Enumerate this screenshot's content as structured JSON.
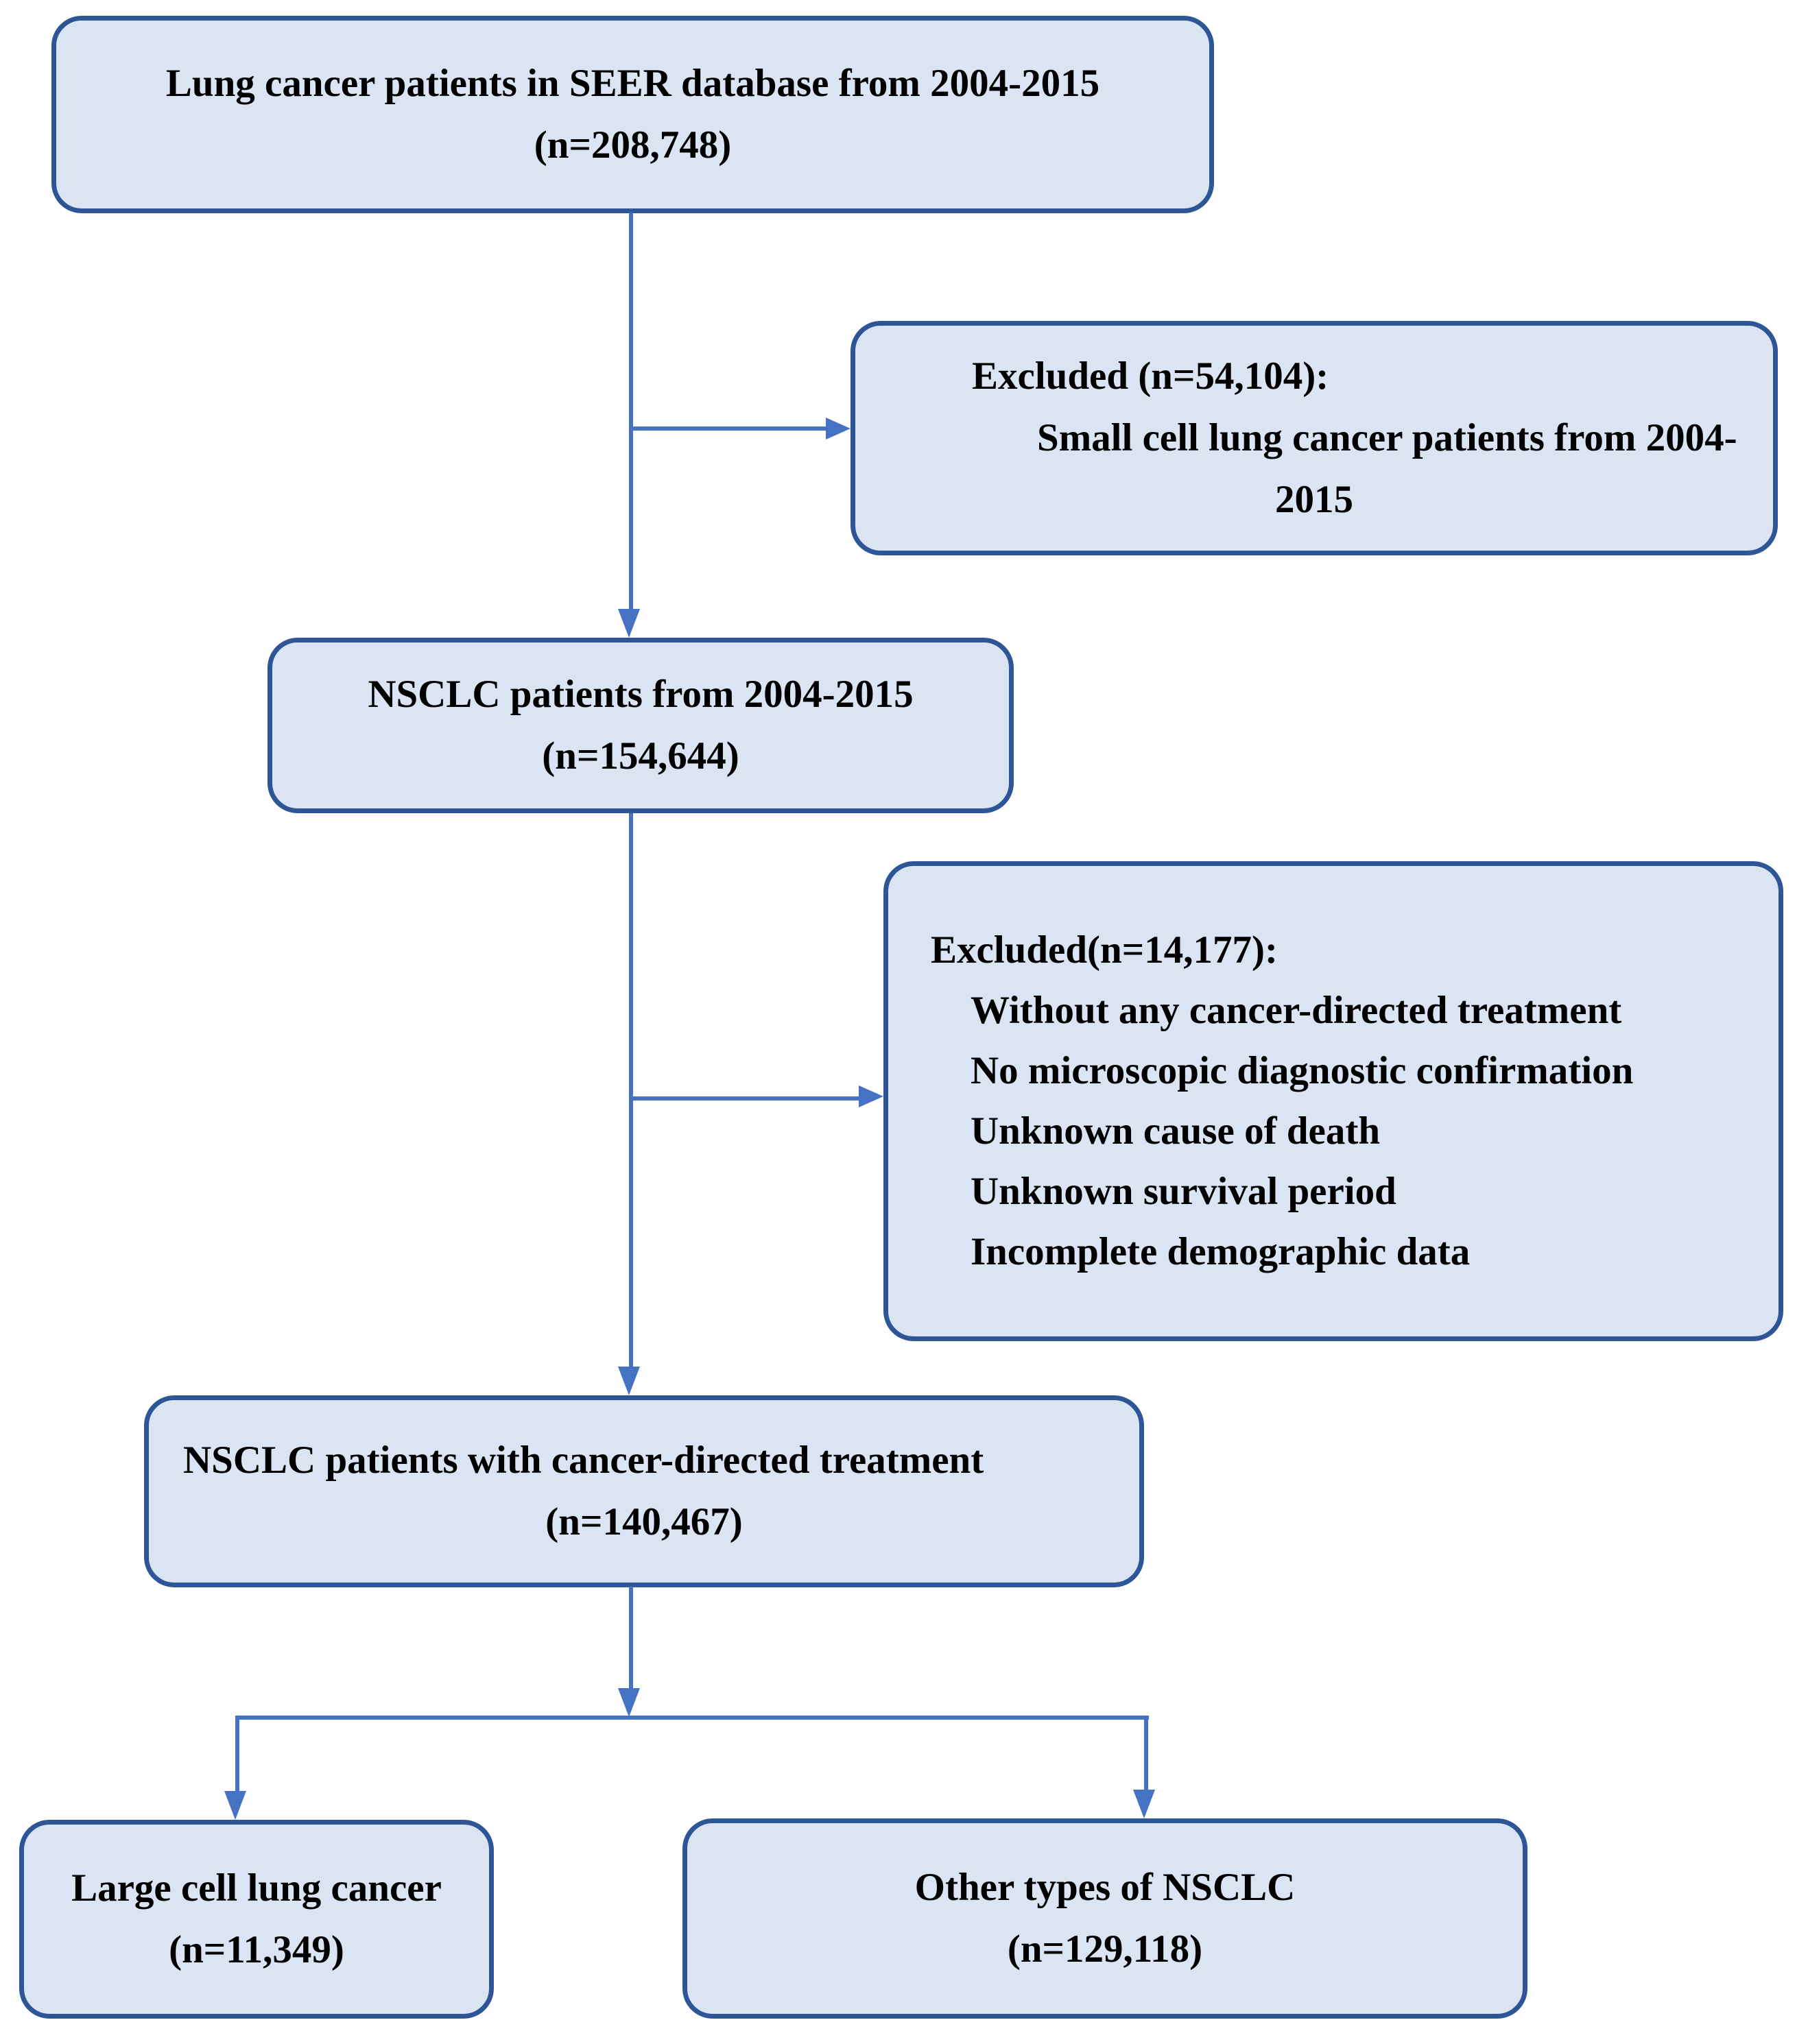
{
  "figure": {
    "type": "flowchart",
    "colors": {
      "box_fill": "#dbe4f3",
      "box_border": "#2e5697",
      "arrow": "#4672c4",
      "text": "#000000"
    },
    "boxes": {
      "seer": {
        "lines": [
          "Lung cancer patients in SEER database from 2004-2015",
          "(n=208,748)"
        ]
      },
      "excluded_sclc": {
        "title": "Excluded (n=54,104):",
        "reason_lines": [
          "Small cell lung cancer patients from 2004-",
          "2015"
        ]
      },
      "nsclc": {
        "lines": [
          "NSCLC patients from 2004-2015",
          "(n=154,644)"
        ]
      },
      "excluded_criteria": {
        "title": "Excluded(n=14,177):",
        "reasons": [
          "Without any cancer-directed treatment",
          "No microscopic diagnostic confirmation",
          "Unknown cause of death",
          "Unknown survival period",
          "Incomplete demographic data"
        ]
      },
      "treated": {
        "lines": [
          "NSCLC patients with cancer-directed treatment",
          "(n=140,467)"
        ]
      },
      "large_cell": {
        "lines": [
          "Large cell lung cancer",
          "(n=11,349)"
        ]
      },
      "other_nsclc": {
        "lines": [
          "Other types of NSCLC",
          "(n=129,118)"
        ]
      }
    }
  }
}
